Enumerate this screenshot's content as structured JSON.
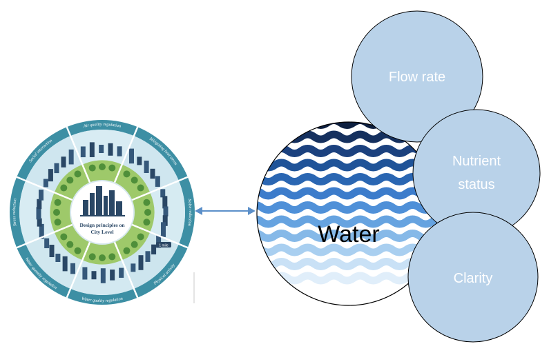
{
  "city_wheel": {
    "center_title_line1": "Design principles on",
    "center_title_line2": "City Level",
    "segments": [
      {
        "label": "Air quality regulation"
      },
      {
        "label": "Mitigating heat stress"
      },
      {
        "label": "Noise reduction"
      },
      {
        "label": "Physical activity"
      },
      {
        "label": "Water quality regulation"
      },
      {
        "label": "Water quantity regulation"
      },
      {
        "label": "Stress reduction"
      },
      {
        "label": "Social interaction"
      }
    ],
    "sign_text": "1 mile"
  },
  "connector": {
    "type": "double-arrow",
    "color": "#5b8fc9"
  },
  "water": {
    "label": "Water",
    "wave_colors": [
      "#0d1f3f",
      "#15305e",
      "#1b417e",
      "#1f5398",
      "#2a66b2",
      "#3c7ccb",
      "#4f90d8",
      "#66a3e0",
      "#86b9e8",
      "#a9cff0",
      "#c9e1f6",
      "#e0eefa"
    ]
  },
  "properties": [
    {
      "label_lines": [
        "Flow rate"
      ]
    },
    {
      "label_lines": [
        "Nutrient",
        "status"
      ]
    },
    {
      "label_lines": [
        "Clarity"
      ]
    }
  ],
  "colors": {
    "bubble_fill": "#b9d2e9",
    "bubble_stroke": "#000000",
    "bubble_text": "#ffffff",
    "wheel_teal": "#3d8fa4",
    "wheel_navy": "#2a4765",
    "wheel_ground": "#9ec96a"
  }
}
